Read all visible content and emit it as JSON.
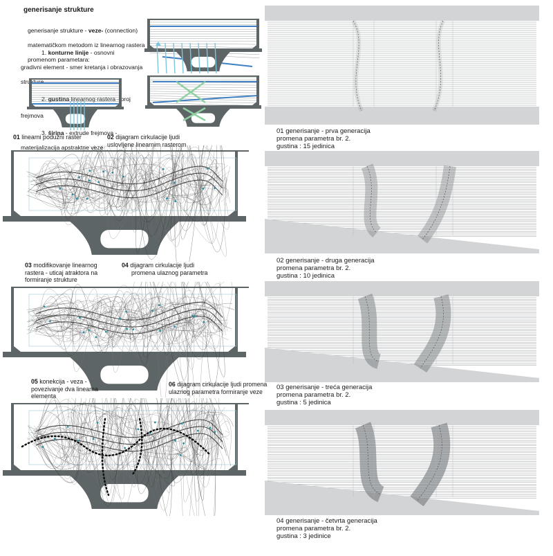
{
  "header": {
    "title": "generisanje strukture"
  },
  "intro": {
    "line1_pre": "generisanje strukture - ",
    "line1_bold": "veze-",
    "line1_post": " (connection)",
    "line2": "matematičkom metodom iz linearnog rastera",
    "line3": "promenom parametara:",
    "item1_num": "1. ",
    "item1_bold": "konturne linije",
    "item1_post": " - osnovni",
    "item1_l2": "gradivni element - smer kretanja i obrazovanja",
    "item1_l3": "strukture",
    "item2_num": "2. ",
    "item2_bold": "gustina",
    "item2_post": " linearnog rastera - broj",
    "item2_l2": "frejmova",
    "item3_num": "3. ",
    "item3_bold": "širina",
    "item3_post": " - extrude frejmova -",
    "item3_l2": "materijalizacija apstraktne veze"
  },
  "captions": {
    "c01_num": "01",
    "c01_text": " linearni  podužni raster",
    "c02_num": "02",
    "c02_text": " dijagram cirkulacije ljudi",
    "c02_text2": "uslovljene linearnim rasterom",
    "c03_num": "03",
    "c03_text": " modifikovanje linearnog",
    "c03_text2": "rastera - uticaj atraktora na",
    "c03_text3": "formiranje strukture",
    "c04_num": "04",
    "c04_text": " dijagram cirkulacije ljudi",
    "c04_text2": "promena ulaznog parametra",
    "c05_num": "05",
    "c05_text": " konekcija - veza -",
    "c05_text2": "povezivanje dva linearna",
    "c05_text3": "elementa",
    "c06_num": "06",
    "c06_text": " dijagram cirkulacije ljudi promena",
    "c06_text2": "ulaznog parametra formiranje veze"
  },
  "generations": [
    {
      "label": "01  generisanje -  prva generacija",
      "param": "promena parametra br. 2.",
      "density": "gustina : 15 jedinica"
    },
    {
      "label": "02  generisanje -  druga generacija",
      "param": "promena parametra br. 2.",
      "density": "gustina : 10 jedinica"
    },
    {
      "label": "03  generisanje -  treća generacija",
      "param": "promena parametra br. 2.",
      "density": "gustina : 5 jedinica"
    },
    {
      "label": "04  generisanje -  četvrta generacija",
      "param": "promena parametra br. 2.",
      "density": "gustina : 3 jedinice"
    }
  ],
  "colors": {
    "structure": "#5d6566",
    "slab": "#d2d4d5",
    "raster": "#8a8f92",
    "accent_blue": "#3f7fc4",
    "accent_cyan": "#7cc6dc",
    "accent_green": "#8fd0a0"
  }
}
